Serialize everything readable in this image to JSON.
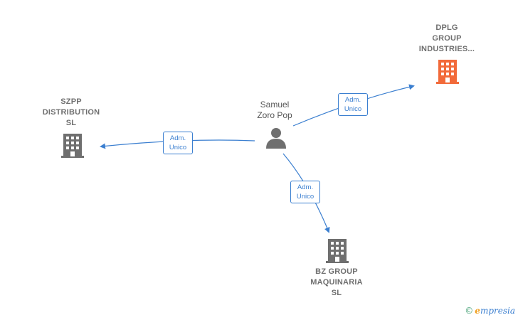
{
  "nodes": {
    "dplg": {
      "label_lines": [
        "DPLG",
        "GROUP",
        "INDUSTRIES..."
      ],
      "icon": "building-icon",
      "color": "#f26a3a"
    },
    "szpp": {
      "label_lines": [
        "SZPP",
        "DISTRIBUTION",
        "SL"
      ],
      "icon": "building-icon",
      "color": "#6f6f6f"
    },
    "bz": {
      "label_lines": [
        "BZ GROUP",
        "MAQUINARIA",
        "SL"
      ],
      "icon": "building-icon",
      "color": "#6f6f6f"
    },
    "samuel": {
      "label_lines": [
        "Samuel",
        "Zoro Pop"
      ],
      "icon": "person-icon",
      "color": "#6f6f6f"
    }
  },
  "edges": [
    {
      "from": "samuel",
      "to": "dplg",
      "label_lines": [
        "Adm.",
        "Unico"
      ]
    },
    {
      "from": "samuel",
      "to": "szpp",
      "label_lines": [
        "Adm.",
        "Unico"
      ]
    },
    {
      "from": "samuel",
      "to": "bz",
      "label_lines": [
        "Adm.",
        "Unico"
      ]
    }
  ],
  "edge_color": "#3b7fd0",
  "watermark": {
    "symbol": "©",
    "initial": "e",
    "rest": "mpresia"
  }
}
